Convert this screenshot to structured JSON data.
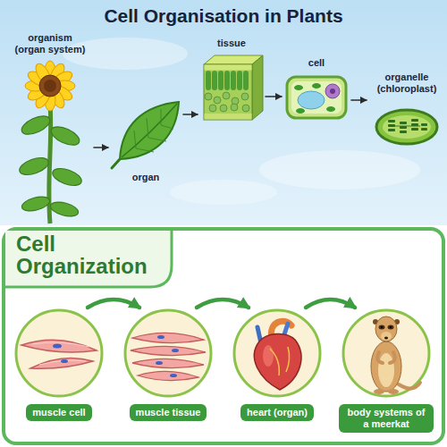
{
  "diagram": {
    "title": "Cell Organisation in Plants",
    "nodes": [
      {
        "text": [
          "organism (organ system)"
        ]
      },
      {
        "text": [
          "organ"
        ]
      },
      {
        "text": [
          "tissue"
        ]
      },
      {
        "text": [
          "cell"
        ]
      },
      {
        "text": [
          "organelle (chloroplast)"
        ]
      },
      {
        "text": [
          "Cell Organization"
        ]
      },
      {
        "text": [
          "muscle cell"
        ],
        "in": 5
      },
      {
        "text": [
          "muscle tissue"
        ],
        "in": 5
      },
      {
        "text": [
          "heart (organ)"
        ],
        "in": 5
      },
      {
        "text": [
          "body systems of a meerkat"
        ],
        "in": 5
      }
    ],
    "edges": [
      {
        "from": 0,
        "to": 1,
        "arrow": "to"
      },
      {
        "from": 1,
        "to": 2,
        "arrow": "to"
      },
      {
        "from": 2,
        "to": 3,
        "arrow": "to"
      },
      {
        "from": 3,
        "to": 4,
        "arrow": "to"
      },
      {
        "from": 6,
        "to": 7,
        "arrow": "to"
      },
      {
        "from": 7,
        "to": 8,
        "arrow": "to"
      },
      {
        "from": 8,
        "to": 9,
        "arrow": "to"
      }
    ]
  }
}
